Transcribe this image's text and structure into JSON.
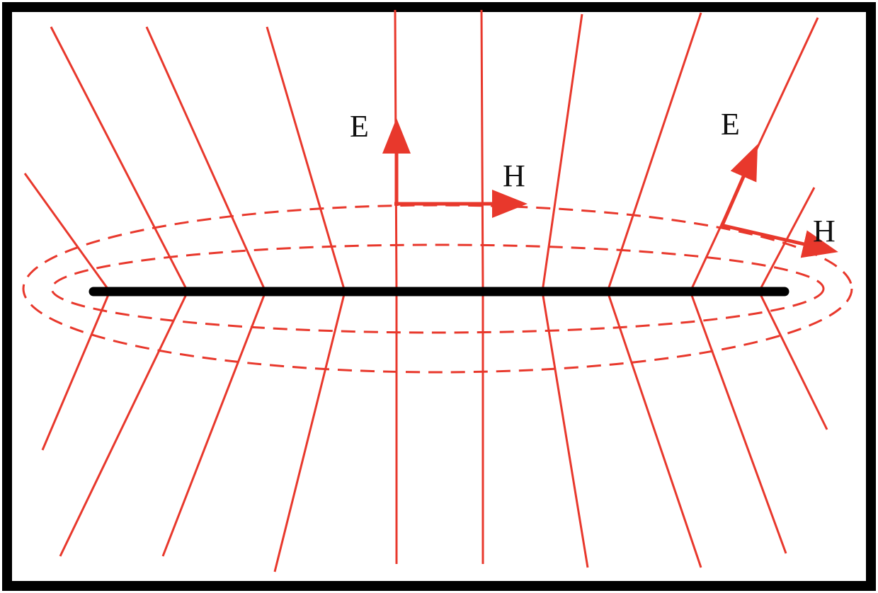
{
  "colors": {
    "field": "#e8382c",
    "conductor": "#000000",
    "border": "#000000",
    "text": "#111111",
    "background": "#ffffff"
  },
  "labels": {
    "center_e": "E",
    "center_h": "H",
    "right_e": "E",
    "right_h": "H"
  }
}
